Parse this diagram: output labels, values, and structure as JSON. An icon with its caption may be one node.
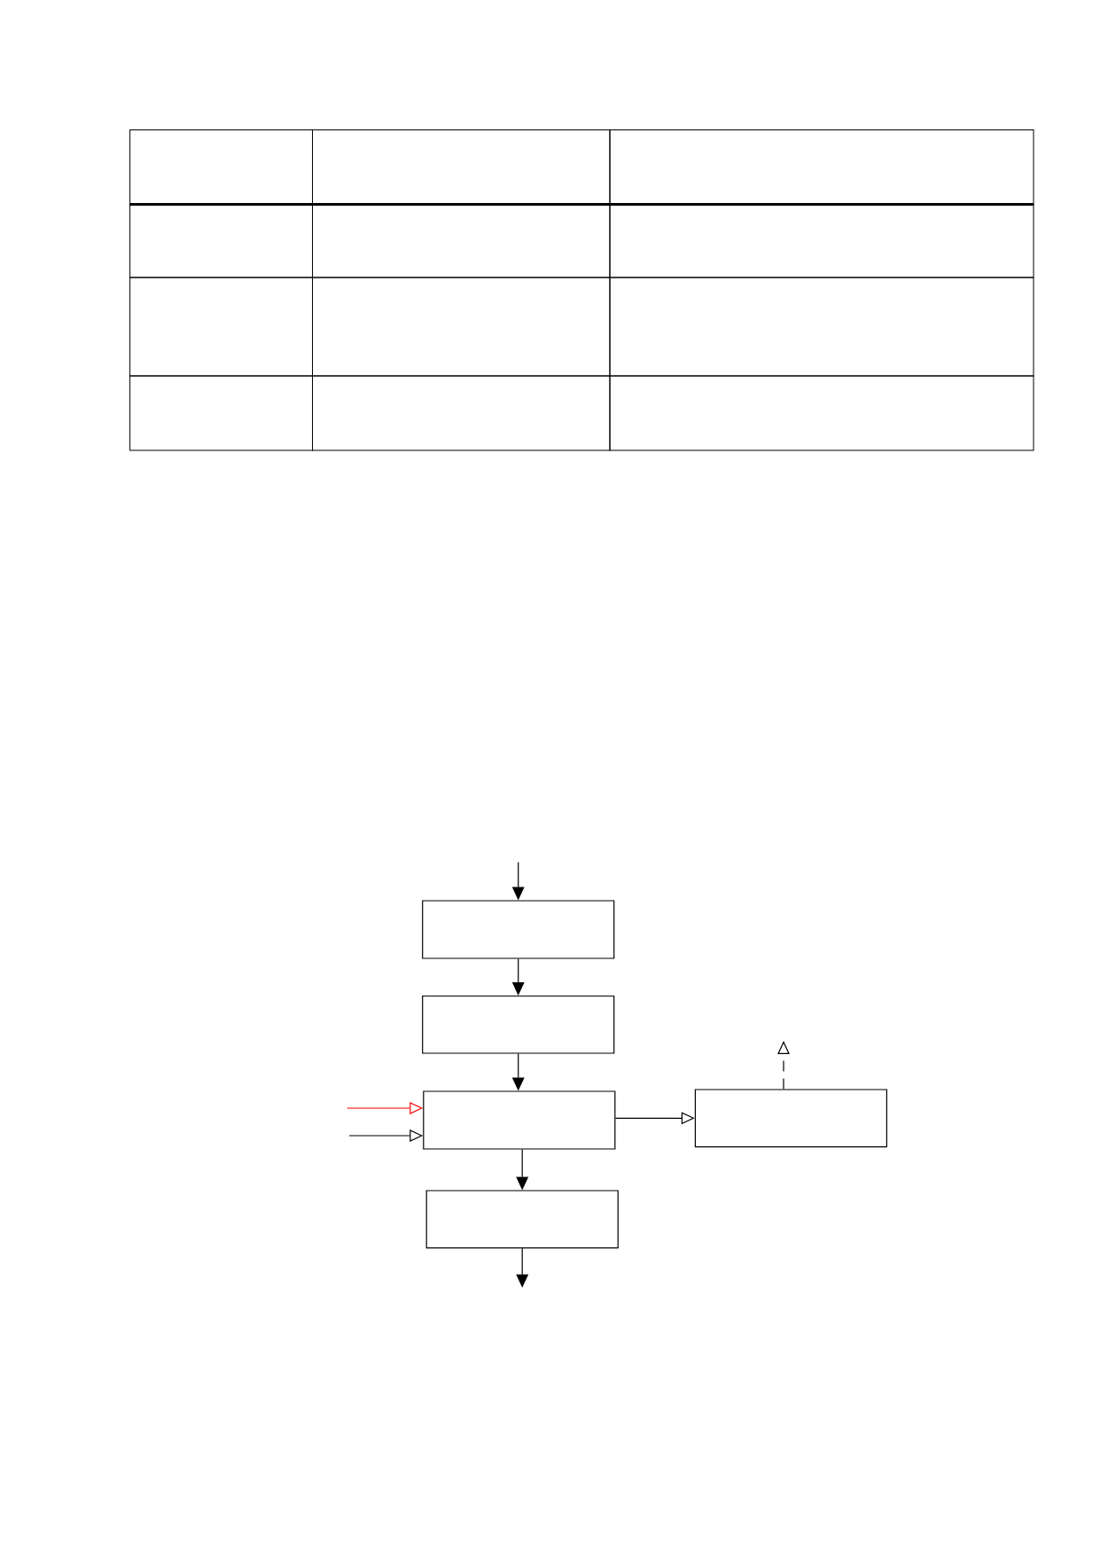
{
  "diagram": {
    "nodes": [
      {
        "text": [],
        "shape": "box"
      },
      {
        "text": [],
        "shape": "box"
      },
      {
        "text": [],
        "shape": "box"
      },
      {
        "text": [],
        "shape": "box"
      },
      {
        "text": [],
        "shape": "box"
      }
    ],
    "edges": [
      {
        "from": null,
        "to": 0,
        "arrow": "to"
      },
      {
        "from": 0,
        "to": 1,
        "arrow": "to"
      },
      {
        "from": 1,
        "to": 2,
        "arrow": "to"
      },
      {
        "from": null,
        "to": 2,
        "arrow": "to",
        "color": "#ff0000"
      },
      {
        "from": null,
        "to": 2,
        "arrow": "to"
      },
      {
        "from": 2,
        "to": 3,
        "arrow": "to"
      },
      {
        "from": 3,
        "to": null,
        "arrow": "to",
        "style": "dashed"
      },
      {
        "from": 2,
        "to": 4,
        "arrow": "to"
      },
      {
        "from": 4,
        "to": null,
        "arrow": "to"
      }
    ]
  }
}
